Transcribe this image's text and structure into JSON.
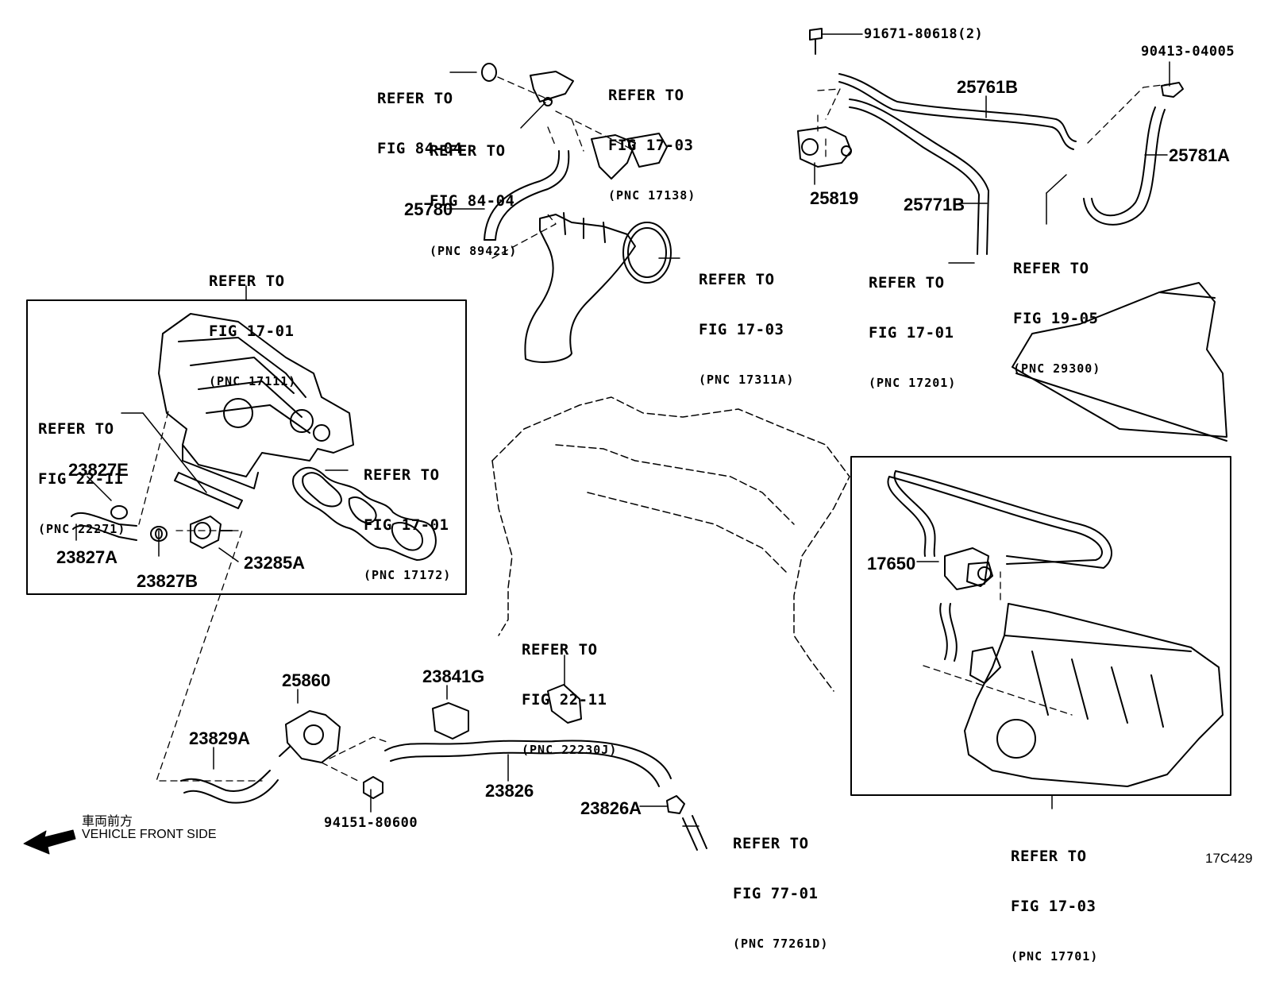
{
  "diagram_code": "17C429",
  "legend": {
    "jp": "車両前方",
    "en": "VEHICLE FRONT SIDE"
  },
  "refs": {
    "r_fig8404_top": [
      "REFER TO",
      "FIG 84-04"
    ],
    "r_fig8404_pnc": [
      "REFER TO",
      "FIG 84-04",
      "(PNC 89421)"
    ],
    "r_fig1703_17138": [
      "REFER TO",
      "FIG 17-03",
      "(PNC 17138)"
    ],
    "r_fig1701_17111": [
      "REFER TO",
      "FIG 17-01",
      "(PNC 17111)"
    ],
    "r_fig1703_17311a": [
      "REFER TO",
      "FIG 17-03",
      "(PNC 17311A)"
    ],
    "r_fig1701_17201": [
      "REFER TO",
      "FIG 17-01",
      "(PNC 17201)"
    ],
    "r_fig1905_29300": [
      "REFER TO",
      "FIG 19-05",
      "(PNC 29300)"
    ],
    "r_fig2211_22271": [
      "REFER TO",
      "FIG 22-11",
      "(PNC 22271)"
    ],
    "r_fig1701_17172": [
      "REFER TO",
      "FIG 17-01",
      "(PNC 17172)"
    ],
    "r_fig2211_22230j": [
      "REFER TO",
      "FIG 22-11",
      "(PNC 22230J)"
    ],
    "r_fig7701_77261d": [
      "REFER TO",
      "FIG 77-01",
      "(PNC 77261D)"
    ],
    "r_fig1703_17701": [
      "REFER TO",
      "FIG 17-03",
      "(PNC 17701)"
    ]
  },
  "parts": {
    "p_91671": "91671-80618(2)",
    "p_90413": "90413-04005",
    "p_25761b": "25761B",
    "p_25781a": "25781A",
    "p_25819": "25819",
    "p_25771b": "25771B",
    "p_25780": "25780",
    "p_23827e": "23827E",
    "p_23827a": "23827A",
    "p_23827b": "23827B",
    "p_23285a": "23285A",
    "p_17650": "17650",
    "p_25860": "25860",
    "p_23841g": "23841G",
    "p_23829a": "23829A",
    "p_23826": "23826",
    "p_23826a": "23826A",
    "p_94151": "94151-80600"
  }
}
